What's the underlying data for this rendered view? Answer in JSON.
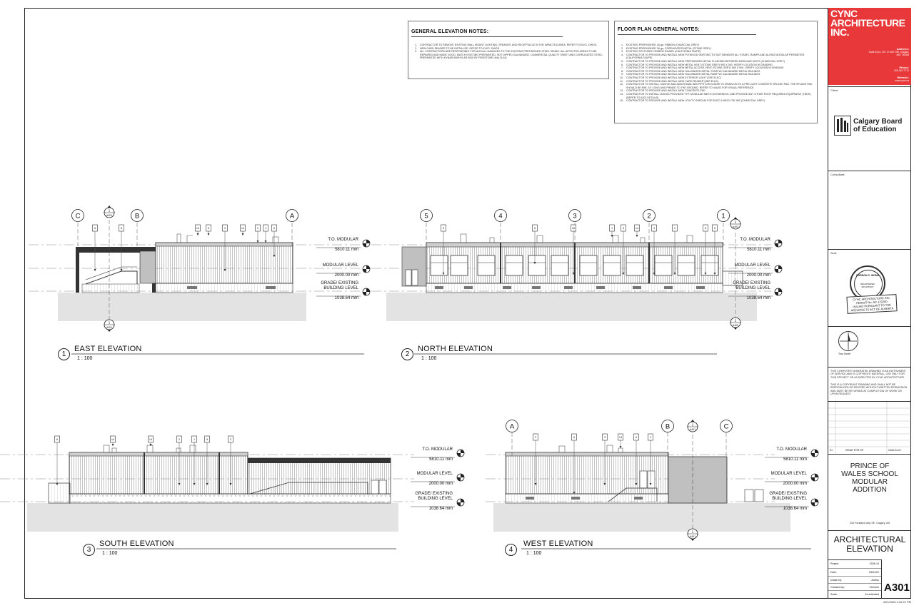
{
  "general_notes": {
    "title": "GENERAL ELEVATION NOTES:",
    "items": [
      {
        "n": "1.",
        "t": "CONTRACTOR TO REMOVE EXISTING WALL MOUNT LIGHTING, SPEAKER, AND RECEPTACLE IN THE IMPACTED AREA. REFER TO ELEC. DWGS."
      },
      {
        "n": "2.",
        "t": "NEW CARD READER TO BE INSTALLED. REFER TO ELEC. DWGS."
      },
      {
        "n": "3.",
        "t": "ALL CONTRACTORS ARE RESPONSIBLE FOR ANY/ALL DAMAGES TO THE EXISTING PREFINISHED STEEL SIDING. ALL AFFECTED AREAS TO BE REPAIRED AND MADE GOOD. MATCH EXISTING PREPAINTED, HOT DIPPED GALVANIZED, COMMERCIAL QUALITY SHEET AND CORRUGATED STEEL. PREPAINTED WITH KYNAR 500/HYLAR 5000 BY FIRESTONE UNA CLAD."
      }
    ]
  },
  "floor_notes": {
    "title": "FLOOR PLAN GENERAL NOTES:",
    "items": [
      {
        "n": "1.",
        "t": "EXISTING PREFINISHED 26-ga. RIBBON (CHARCOAL GREY)"
      },
      {
        "n": "2.",
        "t": "EXISTING PREFINISHED 26-ga. CORRUGATED METAL (STONE GREY)"
      },
      {
        "n": "3.",
        "t": "EXISTING TEXTURED CEMENT BOARD (CALIFORNIA TAUPE)"
      },
      {
        "n": "4.",
        "t": "CONTRACTOR TO PROVIDE AND INSTALL NEW PLYWOOD SKIRTING TO SUIT BENEATH ALL STAIRS, RAMPS AND ALONG MODULAR PERIMETER. (CALIFORNIA TAUPE)"
      },
      {
        "n": "5.",
        "t": "CONTRACTOR TO PROVIDE AND INSTALL NEW PREFINISHED METAL FLASHING BETWEEN MODULAR UNITS (CHARCOAL GREY)"
      },
      {
        "n": "6.",
        "t": "CONTRACTOR TO PROVIDE AND INSTALL NEW METAL VENT (STONE GREY) 900 X 300. VERIFY LOCATION W GRADING"
      },
      {
        "n": "7.",
        "t": "CONTRACTOR TO PROVIDE AND INSTALL NEW METAL ACCESS VENT (STONE GREY) 500 X 900. VERIFY LOCATION W GRADING"
      },
      {
        "n": "8.",
        "t": "CONTRACTOR TO PROVIDE AND INSTALL NEW GALVANIZED METAL STAIR W/ GALVANIZED METAL RAILINGS"
      },
      {
        "n": "9.",
        "t": "CONTRACTOR TO PROVIDE AND INSTALL NEW GALVANIZED METAL RAMP W/ GALVANIZED METAL RAILINGS"
      },
      {
        "n": "10.",
        "t": "CONTRACTOR TO PROVIDE AND INSTALL NEW EXTERIOR LIGHT (SEE ELEC)"
      },
      {
        "n": "11.",
        "t": "CONTRACTOR TO PROVIDE AND INSTALL NEW CARD READER (SEE ELEC)"
      },
      {
        "n": "12.",
        "t": "CONTRACTOR TO INSTALL SLEEVE AND ADDITIONAL ABS PIPE C/W ELBOW TO DRAIN ON TO A PRE-CAST CONCRETE SPLASH PAD. THE SPLASH PAD SHOULD BE MIN. 24\" LONG AND PINNED TO THE GROUND. REFER TO 4/A402 FOR VISUAL REFERENCE."
      },
      {
        "n": "13.",
        "t": "CONTRACTOR TO PROVIDE AND INSTALL NEW CONCRETE PAD"
      },
      {
        "n": "14.",
        "t": "CONTRACTOR TO INSTALL MODUS PROVIDED TYP. MODULAR MECH GOOSENECK, AND PROVIDE ANY OTHER ROOF REQUIRED EQUIPMENT (TBDS) (REFER TO A202 DETAILS)."
      },
      {
        "n": "15.",
        "t": "CONTRACTOR TO PROVIDE AND INSTALL NEW UTILITY SHROUD FOR ELEC & MECH TIE-INS (CHARCOAL GREY)"
      }
    ]
  },
  "firm": {
    "name": "CYNC ARCHITECTURE INC.",
    "address_label": "Address:",
    "address": "Suite #214, 237 17 AVE SW, Calgary, AB T2S0A5",
    "phone_label": "Phone:",
    "phone": "403-262-7712",
    "website_label": "Website:",
    "website": "www.cync.ca"
  },
  "titleblock": {
    "client_label": "Client:",
    "client_name": "Calgary Board of Education",
    "consultant_label": "Consultant:",
    "seal_label": "Seal:",
    "seal_name": "GORDON C. WONG",
    "seal_assoc": "REGISTERED ARCHITECT",
    "permit_1": "CYNC ARCHITECTURE INC.",
    "permit_2": "PERMIT No. AC 123200",
    "permit_3": "ISSUED PURSUANT TO THE",
    "permit_4": "ARCHITECTS ACT OF ALBERTA",
    "north_label": "True North",
    "disclaimer_1": "THIS COMPUTER GENERATED DRAWING IS AN INSTRUMENT OF SERVICE AND IS COPYRIGHT MATERIAL. USE ONLY FOR THIS PROJECT OR AS DIRECTED BY CYNC ARCHITECTURE.",
    "disclaimer_2": "THIS IS A COPYRIGHT DRAWING AND SHALL NOT BE REPRODUCED OR REVISED WITHOUT WRITTEN PERMISSION AND MUST BE RETURNED AT COMPLETION OF WORK OR UPON REQUEST.",
    "rev_no": "01",
    "rev_desc": "ISSUE FOR DP",
    "rev_date": "2026.04.21",
    "project_name_1": "PRINCE OF",
    "project_name_2": "WALES SCHOOL",
    "project_name_3": "MODULAR",
    "project_name_4": "ADDITION",
    "project_address": "253 Parkland Way SE, Calgary, AB",
    "sheet_title_1": "ARCHITECTURAL",
    "sheet_title_2": "ELEVATION",
    "project_label": "Project:",
    "project_value": "2026-14",
    "date_label": "Date:",
    "date_value": "03/01/22",
    "drawn_label": "Drawn by:",
    "drawn_value": "Author",
    "checked_label": "Checked by:",
    "checked_value": "Checker",
    "scale_label": "Scale:",
    "scale_value": "As indicated",
    "sheet_number": "A301",
    "timestamp": "4/21/2026 2:26:22 PM"
  },
  "levels": {
    "to_modular": "T.O. MODULAR",
    "to_modular_val": "5810.11 mm",
    "modular": "MODULAR LEVEL",
    "modular_val": "2000.00 mm",
    "grade_1": "GRADE/ EXISTING",
    "grade_2": "BUILDING LEVEL",
    "grade_val": "1038.64 mm"
  },
  "elevations": {
    "east": {
      "num": "1",
      "title": "EAST ELEVATION",
      "scale": "1 : 100"
    },
    "north": {
      "num": "2",
      "title": "NORTH ELEVATION",
      "scale": "1 : 100"
    },
    "south": {
      "num": "3",
      "title": "SOUTH ELEVATION",
      "scale": "1 : 100"
    },
    "west": {
      "num": "4",
      "title": "WEST ELEVATION",
      "scale": "1 : 100"
    }
  },
  "grids": {
    "east": [
      "C",
      "B",
      "A"
    ],
    "north": [
      "5",
      "4",
      "3",
      "2",
      "1"
    ],
    "west": [
      "A",
      "B",
      "C"
    ]
  },
  "section_ref": {
    "num": "1",
    "sheet": "A401",
    "num2": "2",
    "sheet2": "A402"
  },
  "keynotes": {
    "east": [
      "6",
      "8",
      "14",
      "5",
      "3",
      "14",
      "2",
      "1",
      "5"
    ],
    "north": [
      "5",
      "6",
      "15",
      "1",
      "3",
      "14",
      "1",
      "2",
      "6",
      "5"
    ],
    "south": [
      "6",
      "14",
      "14",
      "2",
      "1",
      "5",
      "2"
    ],
    "west": [
      "2",
      "6",
      "3",
      "14",
      "6",
      "1"
    ]
  }
}
